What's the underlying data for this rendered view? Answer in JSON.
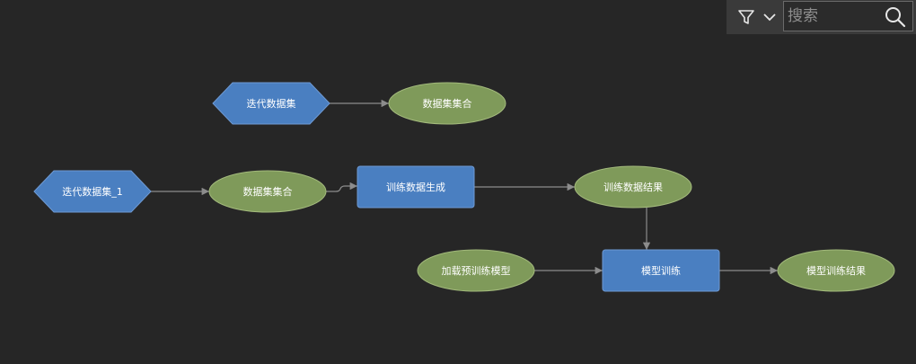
{
  "toolbar": {
    "filter_icon": "filter-icon",
    "dropdown_icon": "chevron-down-icon",
    "search_placeholder": "搜索",
    "search_value": "",
    "search_icon": "search-icon"
  },
  "colors": {
    "background": "#262626",
    "process_fill": "#4a7fc1",
    "process_stroke": "#6e9ad4",
    "data_fill": "#7f9a5a",
    "data_stroke": "#a3ba7c",
    "edge": "#8c8c8c",
    "text": "#ffffff"
  },
  "nodes": [
    {
      "id": "iter1",
      "shape": "hexagon",
      "label": "迭代数据集"
    },
    {
      "id": "ds1",
      "shape": "ellipse",
      "label": "数据集集合"
    },
    {
      "id": "iter2",
      "shape": "hexagon",
      "label": "迭代数据集_1"
    },
    {
      "id": "ds2",
      "shape": "ellipse",
      "label": "数据集集合"
    },
    {
      "id": "gen",
      "shape": "rect",
      "label": "训练数据生成"
    },
    {
      "id": "result",
      "shape": "ellipse",
      "label": "训练数据结果"
    },
    {
      "id": "pretrained",
      "shape": "ellipse",
      "label": "加载预训练模型"
    },
    {
      "id": "train",
      "shape": "rect",
      "label": "模型训练"
    },
    {
      "id": "trainres",
      "shape": "ellipse",
      "label": "模型训练结果"
    }
  ],
  "edges": [
    {
      "from": "iter1",
      "to": "ds1"
    },
    {
      "from": "iter2",
      "to": "ds2"
    },
    {
      "from": "ds2",
      "to": "gen"
    },
    {
      "from": "gen",
      "to": "result"
    },
    {
      "from": "result",
      "to": "train"
    },
    {
      "from": "pretrained",
      "to": "train"
    },
    {
      "from": "train",
      "to": "trainres"
    }
  ]
}
